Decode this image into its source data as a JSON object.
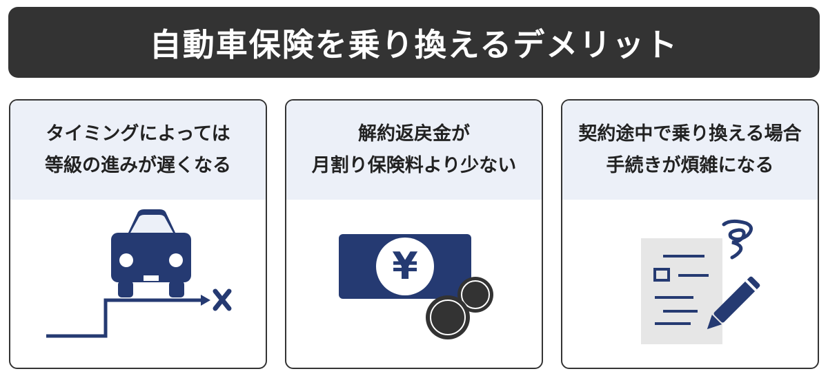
{
  "title": "自動車保険を乗り換えるデメリット",
  "colors": {
    "title_bg": "#333333",
    "card_header_bg": "#ecf0f8",
    "navy": "#253a72",
    "coin": "#333333",
    "paper": "#e6e6e6"
  },
  "cards": [
    {
      "lines": [
        "タイミングによっては",
        "等級の進みが遅くなる"
      ],
      "icon": "car-on-stairs-icon"
    },
    {
      "lines": [
        "解約返戻金が",
        "月割り保険料より少ない"
      ],
      "icon": "yen-bill-coins-icon",
      "icon_text": "¥"
    },
    {
      "lines": [
        "契約途中で乗り換える場合",
        "手続きが煩雑になる"
      ],
      "icon": "document-pen-icon"
    }
  ]
}
